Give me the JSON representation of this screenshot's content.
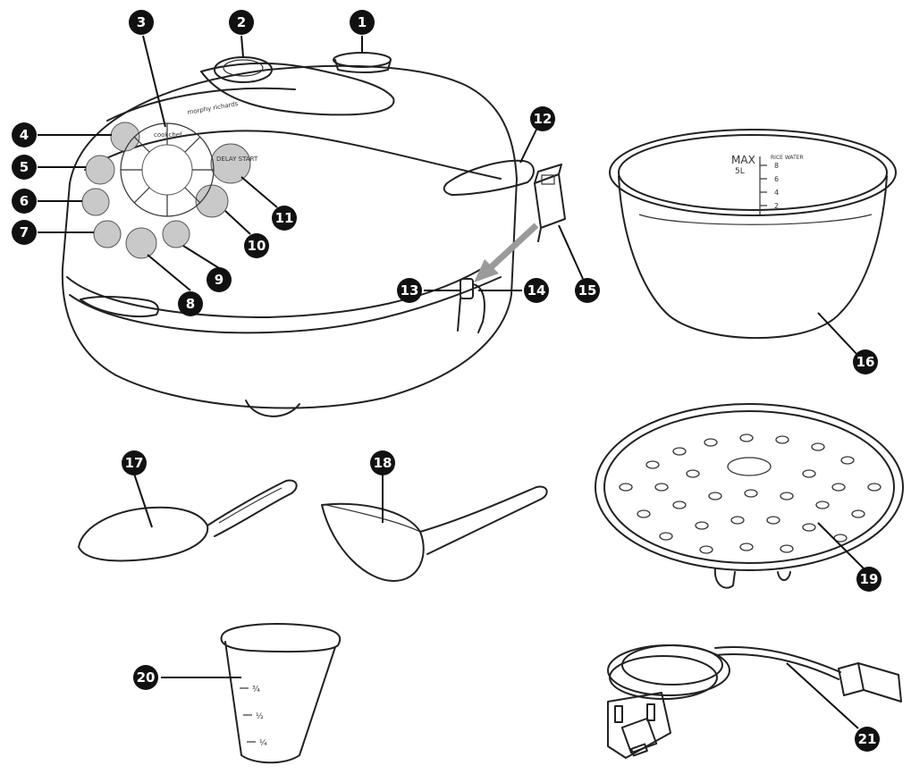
{
  "callouts": [
    "1",
    "2",
    "3",
    "4",
    "5",
    "6",
    "7",
    "8",
    "9",
    "10",
    "11",
    "12",
    "13",
    "14",
    "15",
    "16",
    "17",
    "18",
    "19",
    "20",
    "21"
  ],
  "cooker": {
    "brand": "morphy richards",
    "display_logo": "cookchef",
    "button_large": "DELAY START"
  },
  "bowl": {
    "max_label": "MAX",
    "max_sub": "5L",
    "water_label": "RICE WATER",
    "ticks": [
      "8",
      "6",
      "4",
      "2"
    ]
  },
  "cup": {
    "ticks": [
      "¾",
      "½",
      "¼"
    ]
  },
  "colors": {
    "line": "#222222",
    "button_fill": "#c9c9c9",
    "badge": "#111111",
    "arrow": "#9a9a9a"
  }
}
